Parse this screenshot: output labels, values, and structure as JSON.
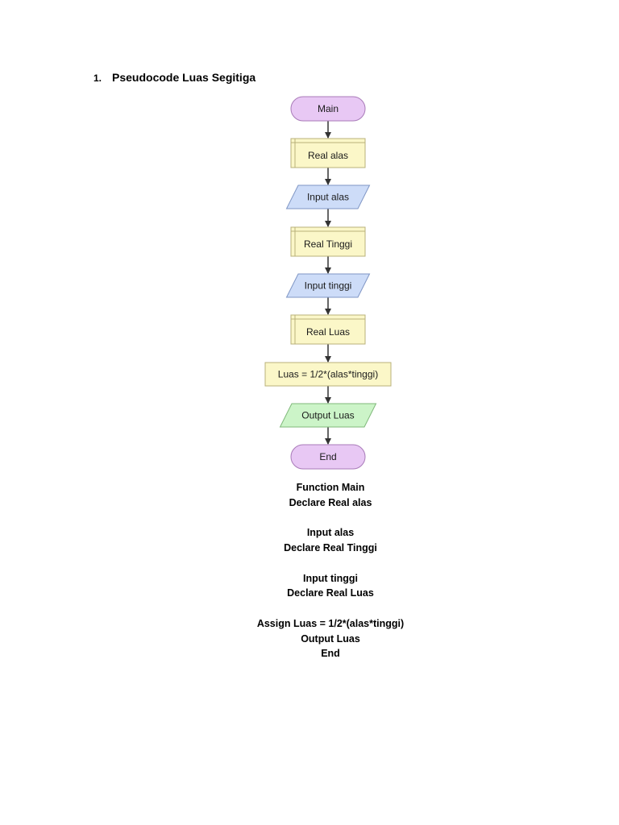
{
  "heading": {
    "number": "1.",
    "title": "Pseudocode Luas Segitiga"
  },
  "flowchart": {
    "nodes": [
      {
        "id": "main",
        "shape": "terminal",
        "label": "Main",
        "fill": "#e8c8f4",
        "stroke": "#a87ab8"
      },
      {
        "id": "declare-alas",
        "shape": "declare",
        "label": "Real alas",
        "fill": "#fbf7c8",
        "stroke": "#b8b07a"
      },
      {
        "id": "input-alas",
        "shape": "io",
        "label": "Input alas",
        "fill": "#cddcf8",
        "stroke": "#7f96c4"
      },
      {
        "id": "declare-tinggi",
        "shape": "declare",
        "label": "Real Tinggi",
        "fill": "#fbf7c8",
        "stroke": "#b8b07a"
      },
      {
        "id": "input-tinggi",
        "shape": "io",
        "label": "Input tinggi",
        "fill": "#cddcf8",
        "stroke": "#7f96c4"
      },
      {
        "id": "declare-luas",
        "shape": "declare",
        "label": "Real Luas",
        "fill": "#fbf7c8",
        "stroke": "#b8b07a"
      },
      {
        "id": "assign-luas",
        "shape": "process",
        "label": "Luas = 1/2*(alas*tinggi)",
        "fill": "#fbf7c8",
        "stroke": "#b8b07a"
      },
      {
        "id": "output-luas",
        "shape": "io",
        "label": "Output Luas",
        "fill": "#ccf4c8",
        "stroke": "#7fb87a"
      },
      {
        "id": "end",
        "shape": "terminal",
        "label": "End",
        "fill": "#e8c8f4",
        "stroke": "#a87ab8"
      }
    ],
    "arrow_color": "#333333"
  },
  "pseudocode": {
    "lines": [
      "Function Main",
      "Declare Real alas",
      "",
      "Input alas",
      "Declare Real Tinggi",
      "",
      "Input tinggi",
      "Declare Real Luas",
      "",
      "Assign Luas = 1/2*(alas*tinggi)",
      "Output Luas",
      "End"
    ]
  }
}
